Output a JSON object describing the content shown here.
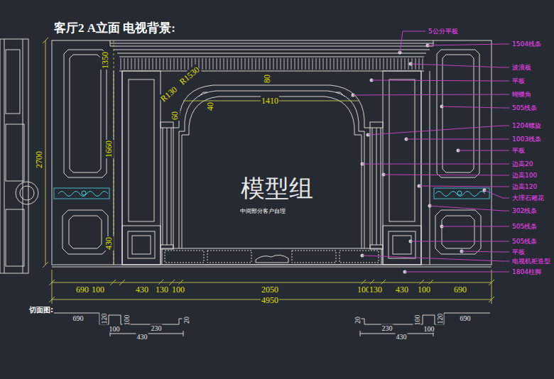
{
  "diagram": {
    "title": "客厅2 A立面 电视背景:",
    "labels": [
      "5公分平板",
      "1504线条",
      "波浪板",
      "平板",
      "蝴蝶角",
      "505线条",
      "1204螺旋",
      "1003线条",
      "平板",
      "边高20",
      "边高100",
      "边高120",
      "大理石雕花",
      "302线条",
      "505线条",
      "505线条",
      "平板",
      "电视机柜造型",
      "1804柱脚",
      "1350",
      "1660",
      "430",
      "2700",
      "R1530",
      "R130",
      "60",
      "40",
      "80",
      "1410",
      "690",
      "100",
      "430",
      "130",
      "100",
      "2050",
      "100",
      "130",
      "430",
      "100",
      "690",
      "4950",
      "切面图:",
      "690",
      "120",
      "100",
      "100",
      "230",
      "20",
      "430",
      "20",
      "230",
      "100",
      "100",
      "120",
      "690",
      "430",
      "模型组",
      "中间部分客户自理"
    ]
  }
}
